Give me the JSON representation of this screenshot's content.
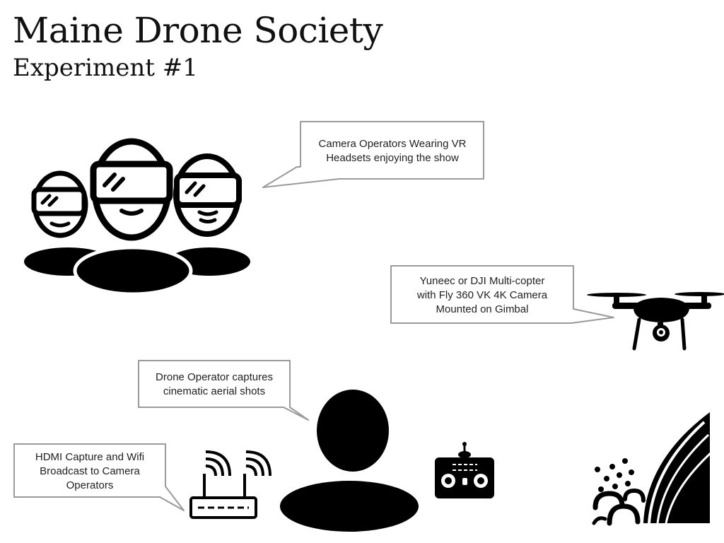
{
  "header": {
    "title": "Maine Drone Society",
    "subtitle": "Experiment #1"
  },
  "callouts": {
    "camera_operators": "Camera Operators Wearing VR\nHeadsets enjoying the show",
    "multicopter": "Yuneec or DJI Multi-copter\nwith Fly 360 VK 4K Camera\nMounted on Gimbal",
    "drone_operator": "Drone Operator captures\ncinematic aerial shots",
    "hdmi_capture": "HDMI Capture and Wifi\nBroadcast to Camera\nOperators"
  },
  "icons": [
    "vr-headset-people-icon",
    "drone-icon",
    "person-icon",
    "router-icon",
    "remote-controller-icon",
    "waterfall-icon"
  ]
}
